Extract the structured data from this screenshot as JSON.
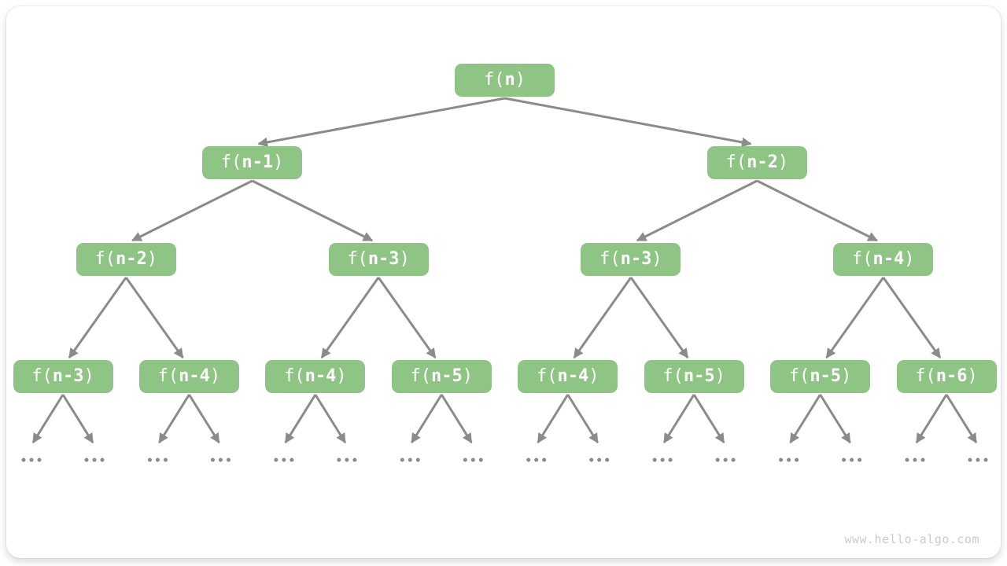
{
  "colors": {
    "node_fill": "#8FC584",
    "node_text": "#FFFFFF",
    "arrow": "#8B8B8B",
    "dot": "#8A8A8A",
    "watermark_color": "#CBCBCB"
  },
  "tree": {
    "levels": [
      [
        "f(n)"
      ],
      [
        "f(n-1)",
        "f(n-2)"
      ],
      [
        "f(n-2)",
        "f(n-3)",
        "f(n-3)",
        "f(n-4)"
      ],
      [
        "f(n-3)",
        "f(n-4)",
        "f(n-4)",
        "f(n-5)",
        "f(n-4)",
        "f(n-5)",
        "f(n-5)",
        "f(n-6)"
      ]
    ],
    "ellipsis": "..."
  },
  "watermark": "www.hello-algo.com"
}
